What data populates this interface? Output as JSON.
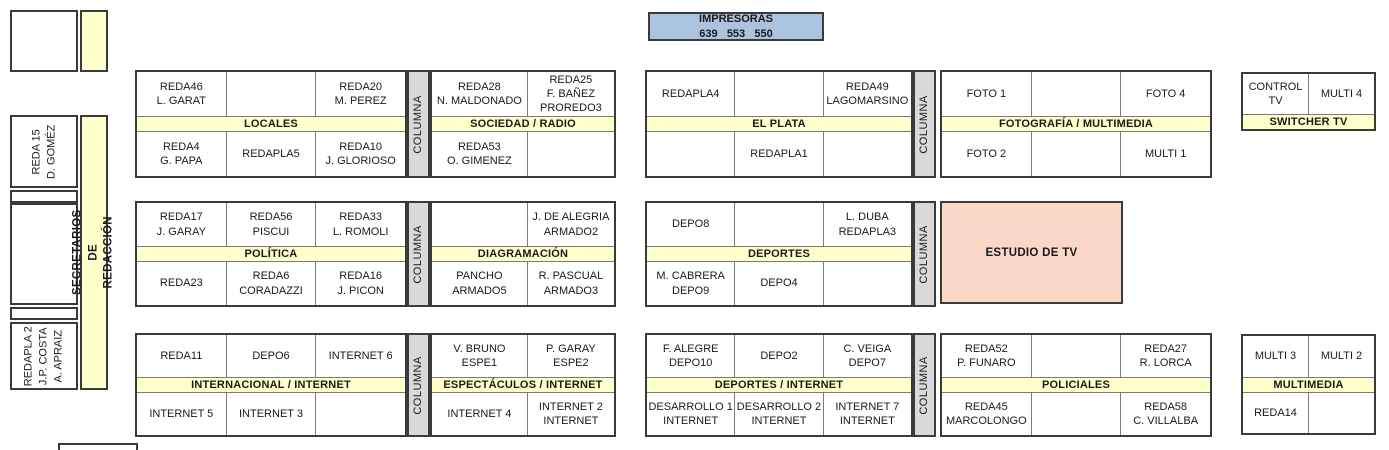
{
  "printers": {
    "title": "IMPRESORAS",
    "numbers": "639   553   550"
  },
  "left": {
    "reda15": "REDA 15\nD. GOMÉZ",
    "secretarios": "SECRETARIOS DE REDACCIÓN",
    "redapla2": "REDAPLA 2\nJ.P. COSTA\nA. APRAIZ"
  },
  "columna_label": "COLUMNA",
  "estudio_tv": "ESTUDIO DE TV",
  "blocks": {
    "locales": {
      "label": "LOCALES",
      "top": [
        "REDA46\nL. GARAT",
        "",
        "REDA20\nM. PEREZ"
      ],
      "bottom": [
        "REDA4\nG. PAPA",
        "REDAPLA5",
        "REDA10\nJ. GLORIOSO"
      ]
    },
    "sociedad": {
      "label": "SOCIEDAD / RADIO",
      "top": [
        "REDA28\nN. MALDONADO",
        "REDA25\nF. BAÑEZ\nPROREDO3"
      ],
      "bottom": [
        "REDA53\nO. GIMENEZ",
        ""
      ]
    },
    "elplata": {
      "label": "EL PLATA",
      "top": [
        "REDAPLA4",
        "",
        "REDA49\nLAGOMARSINO"
      ],
      "bottom": [
        "",
        "REDAPLA1",
        ""
      ]
    },
    "fotografia": {
      "label": "FOTOGRAFÍA / MULTIMEDIA",
      "top": [
        "FOTO 1",
        "",
        "FOTO 4"
      ],
      "bottom": [
        "FOTO 2",
        "",
        "MULTI 1"
      ]
    },
    "switcher": {
      "label": "SWITCHER TV",
      "top": [
        "CONTROL TV",
        "MULTI 4"
      ]
    },
    "politica": {
      "label": "POLÍTICA",
      "top": [
        "REDA17\nJ. GARAY",
        "REDA56\nPISCUI",
        "REDA33\nL. ROMOLI"
      ],
      "bottom": [
        "REDA23",
        "REDA6\nCORADAZZI",
        "REDA16\nJ. PICON"
      ]
    },
    "diagramacion": {
      "label": "DIAGRAMACIÓN",
      "top": [
        "",
        "J. DE ALEGRIA\nARMADO2"
      ],
      "bottom": [
        "PANCHO\nARMADO5",
        "R. PASCUAL\nARMADO3"
      ]
    },
    "deportes": {
      "label": "DEPORTES",
      "top": [
        "DEPO8",
        "",
        "L. DUBA\nREDAPLA3"
      ],
      "bottom": [
        "M. CABRERA\nDEPO9",
        "DEPO4",
        ""
      ]
    },
    "internacional": {
      "label": "INTERNACIONAL / INTERNET",
      "top": [
        "REDA11",
        "DEPO6",
        "INTERNET 6"
      ],
      "bottom": [
        "INTERNET 5",
        "INTERNET 3",
        ""
      ]
    },
    "espectaculos": {
      "label": "ESPECTÁCULOS / INTERNET",
      "top": [
        "V. BRUNO\nESPE1",
        "P. GARAY\nESPE2"
      ],
      "bottom": [
        "INTERNET 4",
        "INTERNET 2\nINTERNET"
      ]
    },
    "deportes_internet": {
      "label": "DEPORTES / INTERNET",
      "top": [
        "F. ALEGRE\nDEPO10",
        "DEPO2",
        "C. VEIGA\nDEPO7"
      ],
      "bottom": [
        "DESARROLLO 1\nINTERNET",
        "DESARROLLO 2\nINTERNET",
        "INTERNET 7\nINTERNET"
      ]
    },
    "policiales": {
      "label": "POLICIALES",
      "top": [
        "REDA52\nP. FUNARO",
        "",
        "REDA27\nR. LORCA"
      ],
      "bottom": [
        "REDA45\nMARCOLONGO",
        "",
        "REDA58\nC. VILLALBA"
      ]
    },
    "multimedia": {
      "label": "MULTIMEDIA",
      "top": [
        "MULTI 3",
        "MULTI 2"
      ],
      "bottom": [
        "REDA14",
        ""
      ]
    }
  },
  "colors": {
    "yellow": "#FFFFCC",
    "blue": "#AAC3DE",
    "pink": "#FBD7C7",
    "gray": "#D9D9D9",
    "border": "#3A3A3A",
    "line": "#7A7A7A"
  }
}
